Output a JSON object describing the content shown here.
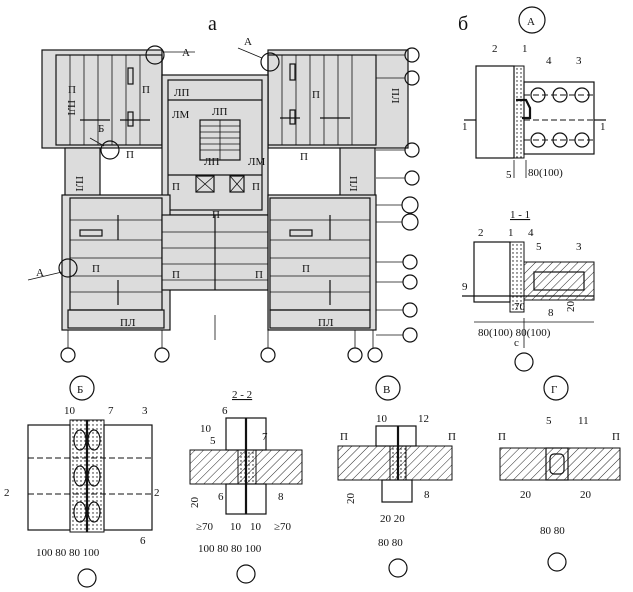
{
  "titles": {
    "a": "а",
    "b": "б"
  },
  "plan_labels": {
    "pl": "ПЛ",
    "p": "П",
    "lp": "ЛП",
    "lm": "ЛМ",
    "A": "А",
    "B": "Б"
  },
  "node_letters": {
    "A": "А",
    "B": "Б",
    "V": "В",
    "G": "Г"
  },
  "section_titles": {
    "s11": "1 - 1",
    "s22": "2 - 2"
  },
  "section_marks": {
    "one": "1",
    "two": "2"
  },
  "numbers": {
    "n1": "1",
    "n2": "2",
    "n3": "3",
    "n4": "4",
    "n5": "5",
    "n6": "6",
    "n7": "7",
    "n8": "8",
    "n9": "9",
    "n10": "10",
    "n11": "11",
    "n12": "12"
  },
  "dims": {
    "d80_100": "80(100)",
    "d80_100_pair": "80(100) 80(100)",
    "c": "c",
    "d70": "70",
    "d20": "20",
    "d100": "100",
    "d80": "80",
    "ge70": "≥70",
    "d10": "10",
    "d100_80_80_100": "100 80 80 100",
    "d20_20": "20 20",
    "d80_80": "80 80"
  }
}
